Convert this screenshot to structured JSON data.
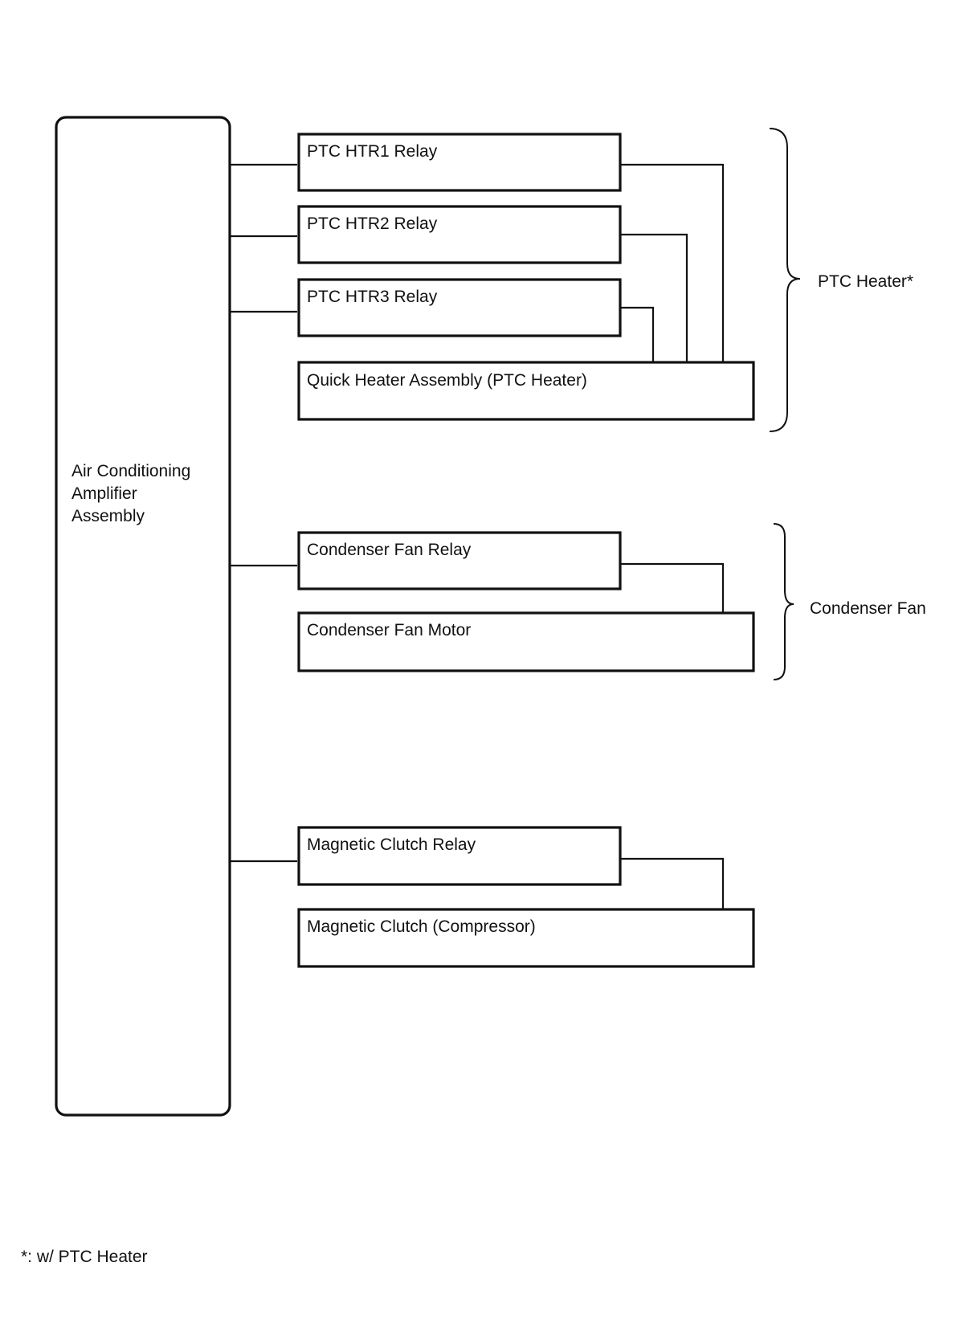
{
  "controller": {
    "label_lines": [
      "Air Conditioning",
      "Amplifier",
      "Assembly"
    ]
  },
  "components": {
    "ptc_htr1_relay": "PTC HTR1 Relay",
    "ptc_htr2_relay": "PTC HTR2 Relay",
    "ptc_htr3_relay": "PTC HTR3 Relay",
    "quick_heater": "Quick Heater Assembly (PTC Heater)",
    "condenser_fan_relay": "Condenser Fan Relay",
    "condenser_fan_motor": "Condenser Fan Motor",
    "magnetic_clutch_relay": "Magnetic Clutch Relay",
    "magnetic_clutch": "Magnetic Clutch (Compressor)"
  },
  "groups": {
    "ptc_heater": "PTC Heater*",
    "condenser_fan": "Condenser Fan"
  },
  "footnote": "*: w/ PTC Heater"
}
